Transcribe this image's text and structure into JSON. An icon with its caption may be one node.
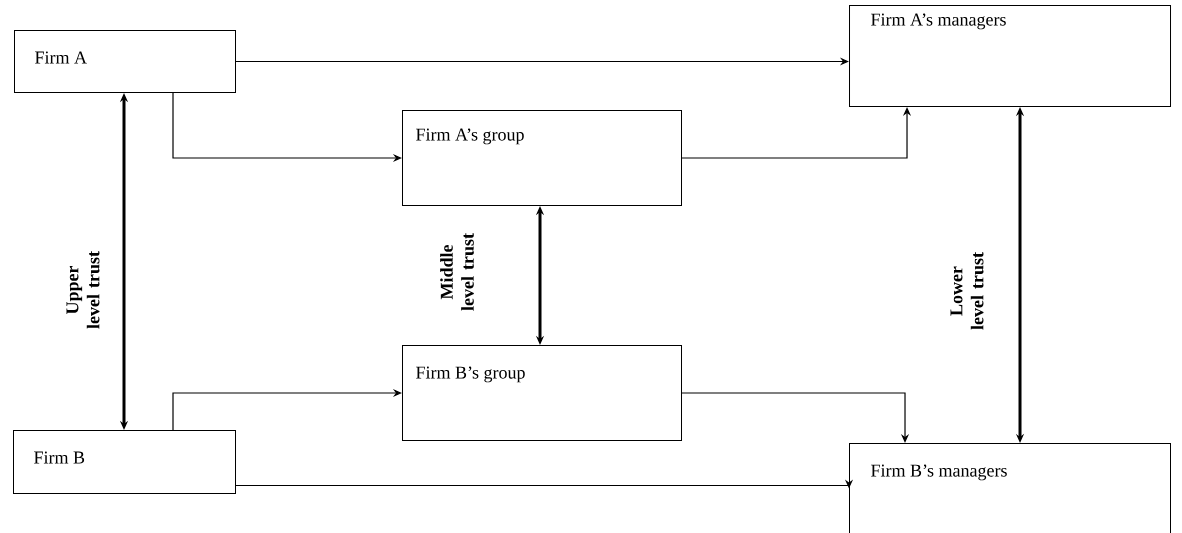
{
  "diagram": {
    "nodes": [
      {
        "text": [
          "Firm A"
        ]
      },
      {
        "text": [
          "Firm A’s managers"
        ]
      },
      {
        "text": [
          "Firm A’s group"
        ]
      },
      {
        "text": [
          "Firm B’s group"
        ]
      },
      {
        "text": [
          "Firm B"
        ]
      },
      {
        "text": [
          "Firm B’s managers"
        ]
      }
    ],
    "edges": [
      {
        "from": 0,
        "to": 1,
        "arrow": "to"
      },
      {
        "from": 0,
        "to": 2,
        "arrow": "to"
      },
      {
        "from": 2,
        "to": 1,
        "arrow": "to"
      },
      {
        "from": 0,
        "to": 4,
        "arrow": "both",
        "label": "Upper level trust",
        "style": "thick"
      },
      {
        "from": 2,
        "to": 3,
        "arrow": "both",
        "label": "Middle level trust",
        "style": "thick"
      },
      {
        "from": 4,
        "to": 3,
        "arrow": "to"
      },
      {
        "from": 3,
        "to": 5,
        "arrow": "to"
      },
      {
        "from": 4,
        "to": 5,
        "arrow": "to"
      },
      {
        "from": 1,
        "to": 5,
        "arrow": "both",
        "label": "Lower level trust",
        "style": "thick"
      }
    ]
  }
}
